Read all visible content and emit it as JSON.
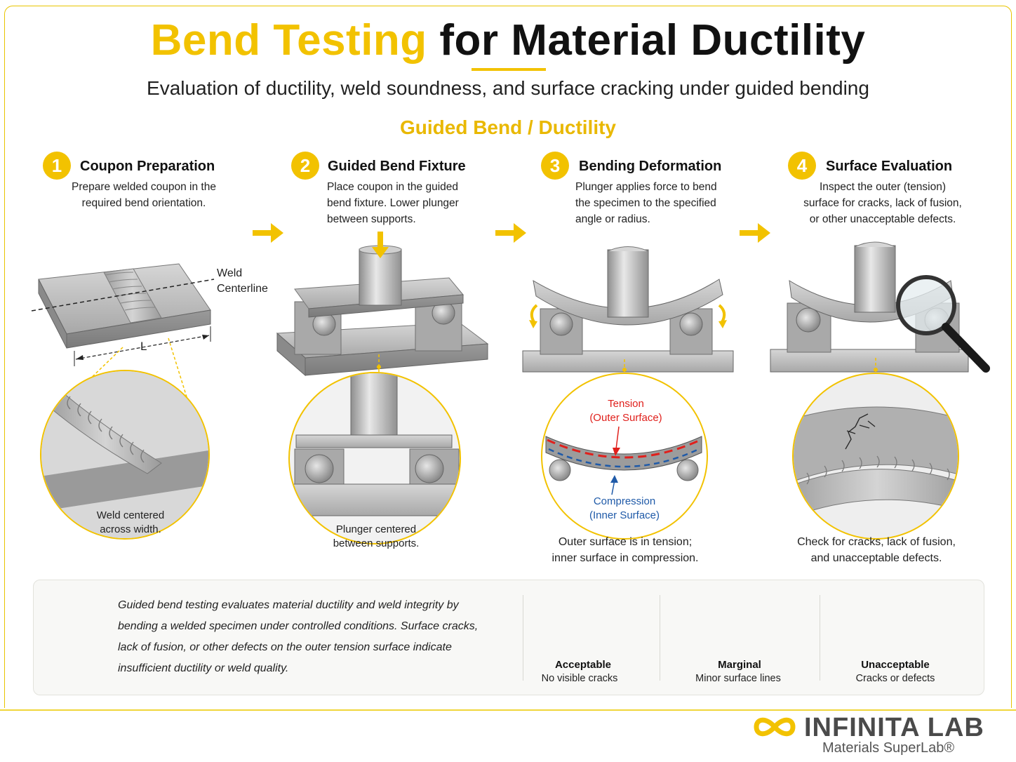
{
  "header": {
    "title_highlight": "Bend Testing",
    "title_rest": "for Material Ductility",
    "subtitle": "Evaluation of ductility, weld soundness, and surface cracking under guided bending",
    "section_label": "Guided Bend / Ductility"
  },
  "steps": [
    {
      "number": "1",
      "title": "Coupon Preparation",
      "desc": [
        "Prepare welded coupon in the",
        "required bend orientation."
      ],
      "caption": [
        "Weld centered",
        "across width."
      ]
    },
    {
      "number": "2",
      "title": "Guided Bend Fixture",
      "desc": [
        "Place coupon in the guided",
        "bend fixture. Lower plunger",
        "between supports."
      ],
      "caption": [
        "Plunger centered",
        "between supports."
      ]
    },
    {
      "number": "3",
      "title": "Bending Deformation",
      "desc": [
        "Plunger applies force to bend",
        "the specimen to the specified",
        "angle or radius."
      ],
      "caption": [
        "Outer surface is in tension;",
        "inner surface in compression."
      ]
    },
    {
      "number": "4",
      "title": "Surface Evaluation",
      "desc": [
        "Inspect the outer (tension)",
        "surface for cracks, lack of fusion,",
        "or other unacceptable defects."
      ],
      "caption": [
        "Check for cracks, lack of fusion,",
        "and unacceptable defects."
      ]
    }
  ],
  "labels": {
    "weld_centerline": [
      "Weld",
      "Centerline"
    ],
    "length": "L",
    "tension": [
      "Tension",
      "(Outer Surface)"
    ],
    "compression": [
      "Compression",
      "(Inner Surface)"
    ]
  },
  "summary": {
    "text": [
      "Guided bend testing evaluates material ductility and weld integrity by",
      "bending a welded specimen under controlled conditions. Surface cracks,",
      "lack of fusion, or other defects on the outer tension surface indicate",
      "insufficient ductility or weld quality."
    ],
    "icon": "lightbulb-icon"
  },
  "ratings": [
    {
      "title": "Acceptable",
      "sub": "No visible cracks",
      "color": "#2e9a3a",
      "icon": "checkmark-icon"
    },
    {
      "title": "Marginal",
      "sub": "Minor surface lines",
      "color": "#f2c200",
      "icon": "minor-crack-icon"
    },
    {
      "title": "Unacceptable",
      "sub": "Cracks or defects",
      "color": "#e02b2b",
      "icon": "crack-icon"
    }
  ],
  "brand": {
    "name": "INFINITA LAB",
    "tagline": "Materials SuperLab®",
    "icon": "infinity-logo-icon"
  },
  "colors": {
    "accent": "#f2c200",
    "tension": "#e0201c",
    "compression": "#1f5aa8"
  }
}
